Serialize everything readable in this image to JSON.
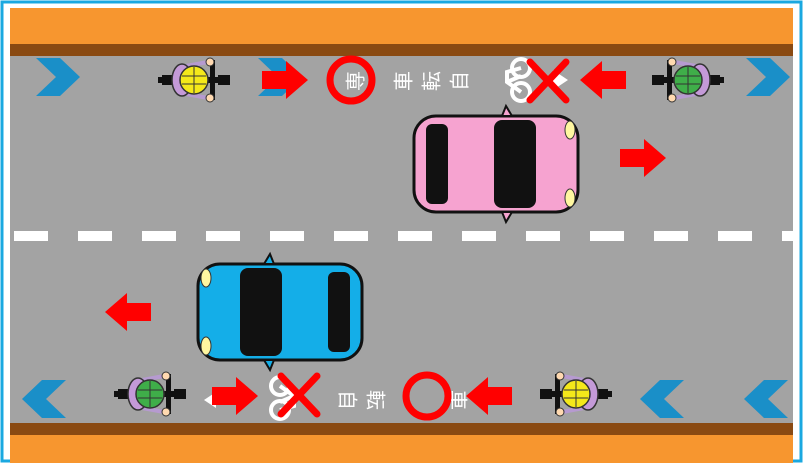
{
  "colors": {
    "frame": "#1aa8e0",
    "sidewalk": "#f7962f",
    "curb": "#8a4a12",
    "road": "#a3a3a3",
    "center_line": "#ffffff",
    "bike_lane_chevron": "#1a8fc8",
    "arrow": "#ff0000",
    "ok_mark": "#ff0000",
    "ng_mark": "#ff0000",
    "pink_car": "#f6a3d0",
    "blue_car": "#14aee8",
    "helmet_yellow": "#f4e81a",
    "helmet_green": "#3fae49"
  },
  "road_marking": {
    "upper_chars": [
      "専",
      "車",
      "転",
      "自"
    ],
    "lower_chars": [
      "自",
      "転",
      "車"
    ]
  },
  "marks": {
    "ok": "〇",
    "ng": "✕"
  },
  "icons": [
    "bicycle-lane-chevron-icon",
    "right-arrow-icon",
    "left-arrow-icon",
    "bicycle-icon",
    "cyclist-icon",
    "car-icon"
  ]
}
